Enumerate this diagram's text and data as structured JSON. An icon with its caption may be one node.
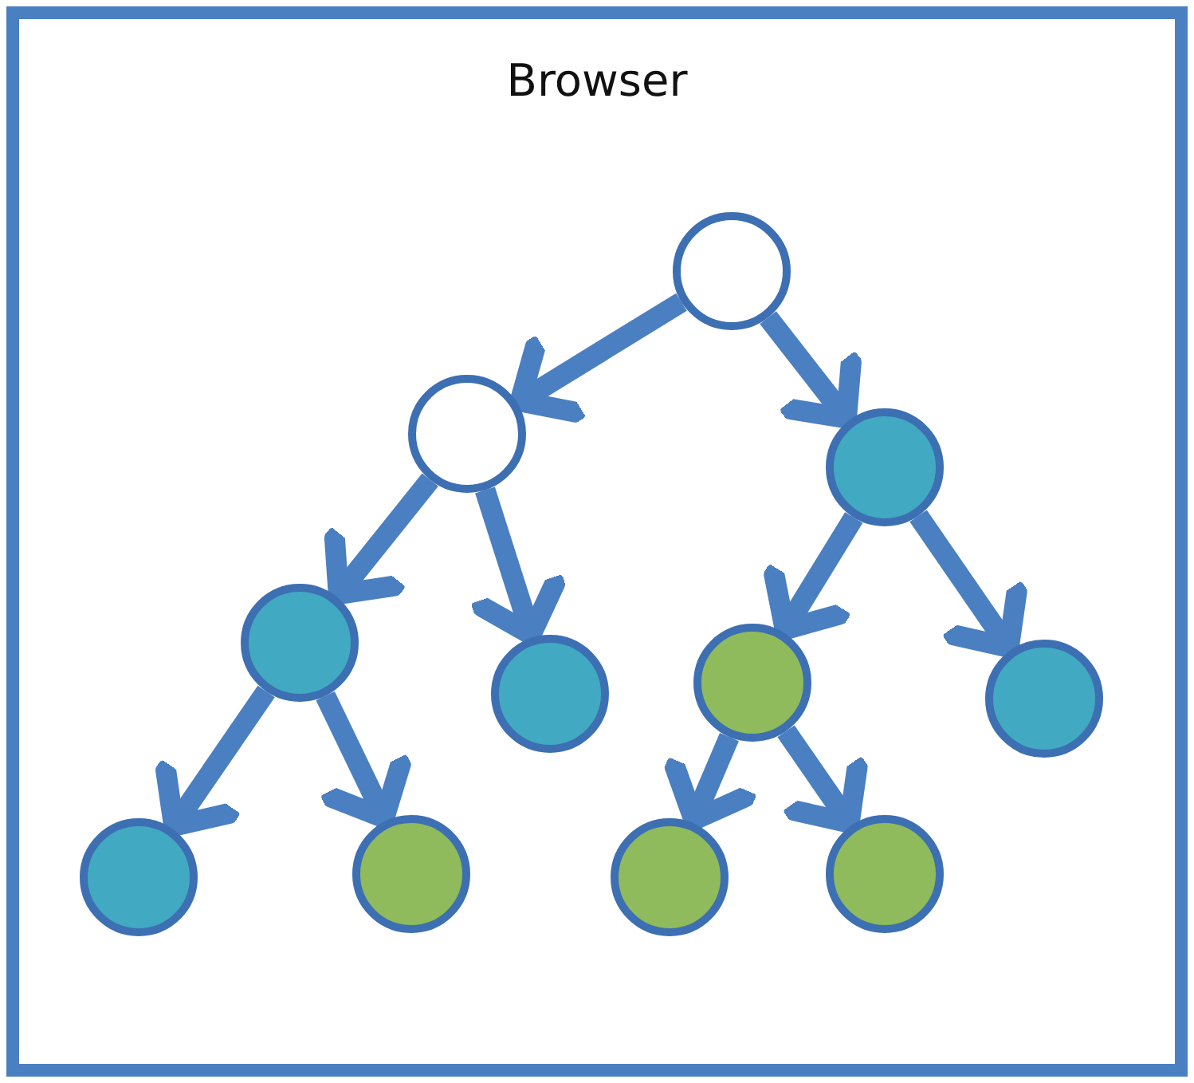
{
  "diagram": {
    "nodes": [
      {
        "text": [
          "Browser"
        ]
      },
      {
        "text": [],
        "shape": "circle",
        "in": 0
      },
      {
        "text": [],
        "shape": "circle",
        "in": 0
      },
      {
        "text": [],
        "shape": "circle",
        "in": 0
      },
      {
        "text": [],
        "shape": "circle",
        "in": 0
      },
      {
        "text": [],
        "shape": "circle",
        "in": 0
      },
      {
        "text": [],
        "shape": "circle",
        "in": 0
      },
      {
        "text": [],
        "shape": "circle",
        "in": 0
      },
      {
        "text": [],
        "shape": "circle",
        "in": 0
      },
      {
        "text": [],
        "shape": "circle",
        "in": 0
      },
      {
        "text": [],
        "shape": "circle",
        "in": 0
      },
      {
        "text": [],
        "shape": "circle",
        "in": 0
      }
    ],
    "edges": [
      {
        "from": 1,
        "to": 2,
        "arrow": "to"
      },
      {
        "from": 1,
        "to": 3,
        "arrow": "to"
      },
      {
        "from": 2,
        "to": 4,
        "arrow": "to"
      },
      {
        "from": 2,
        "to": 5,
        "arrow": "to"
      },
      {
        "from": 3,
        "to": 6,
        "arrow": "to"
      },
      {
        "from": 3,
        "to": 7,
        "arrow": "to"
      },
      {
        "from": 4,
        "to": 8,
        "arrow": "to"
      },
      {
        "from": 4,
        "to": 9,
        "arrow": "to"
      },
      {
        "from": 6,
        "to": 10,
        "arrow": "to"
      },
      {
        "from": 6,
        "to": 11,
        "arrow": "to"
      }
    ]
  }
}
